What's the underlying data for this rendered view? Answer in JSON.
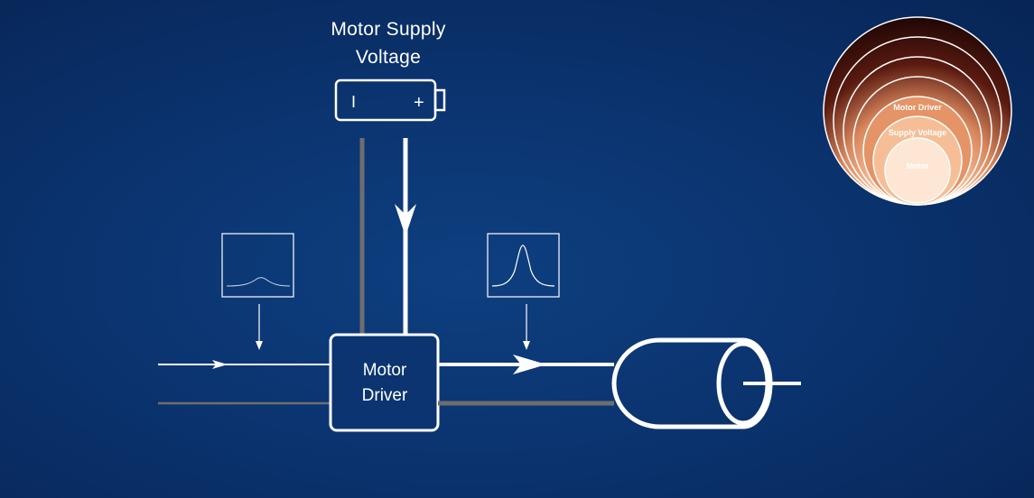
{
  "supply": {
    "title_line1": "Motor Supply",
    "title_line2": "Voltage",
    "battery_minus": "I",
    "battery_plus": "+"
  },
  "driver": {
    "label_line1": "Motor",
    "label_line2": "Driver"
  },
  "layers": {
    "items": [
      "Motor Driver",
      "Supply Voltage",
      "Motor"
    ]
  },
  "colors": {
    "background": "#0b3470",
    "foreground": "#ffffff",
    "ground_wire": "#6e6e6e",
    "layer_inner": "#fde6d3",
    "layer_mid": "#f2a77a",
    "layer_outer": "#2a0a06"
  }
}
